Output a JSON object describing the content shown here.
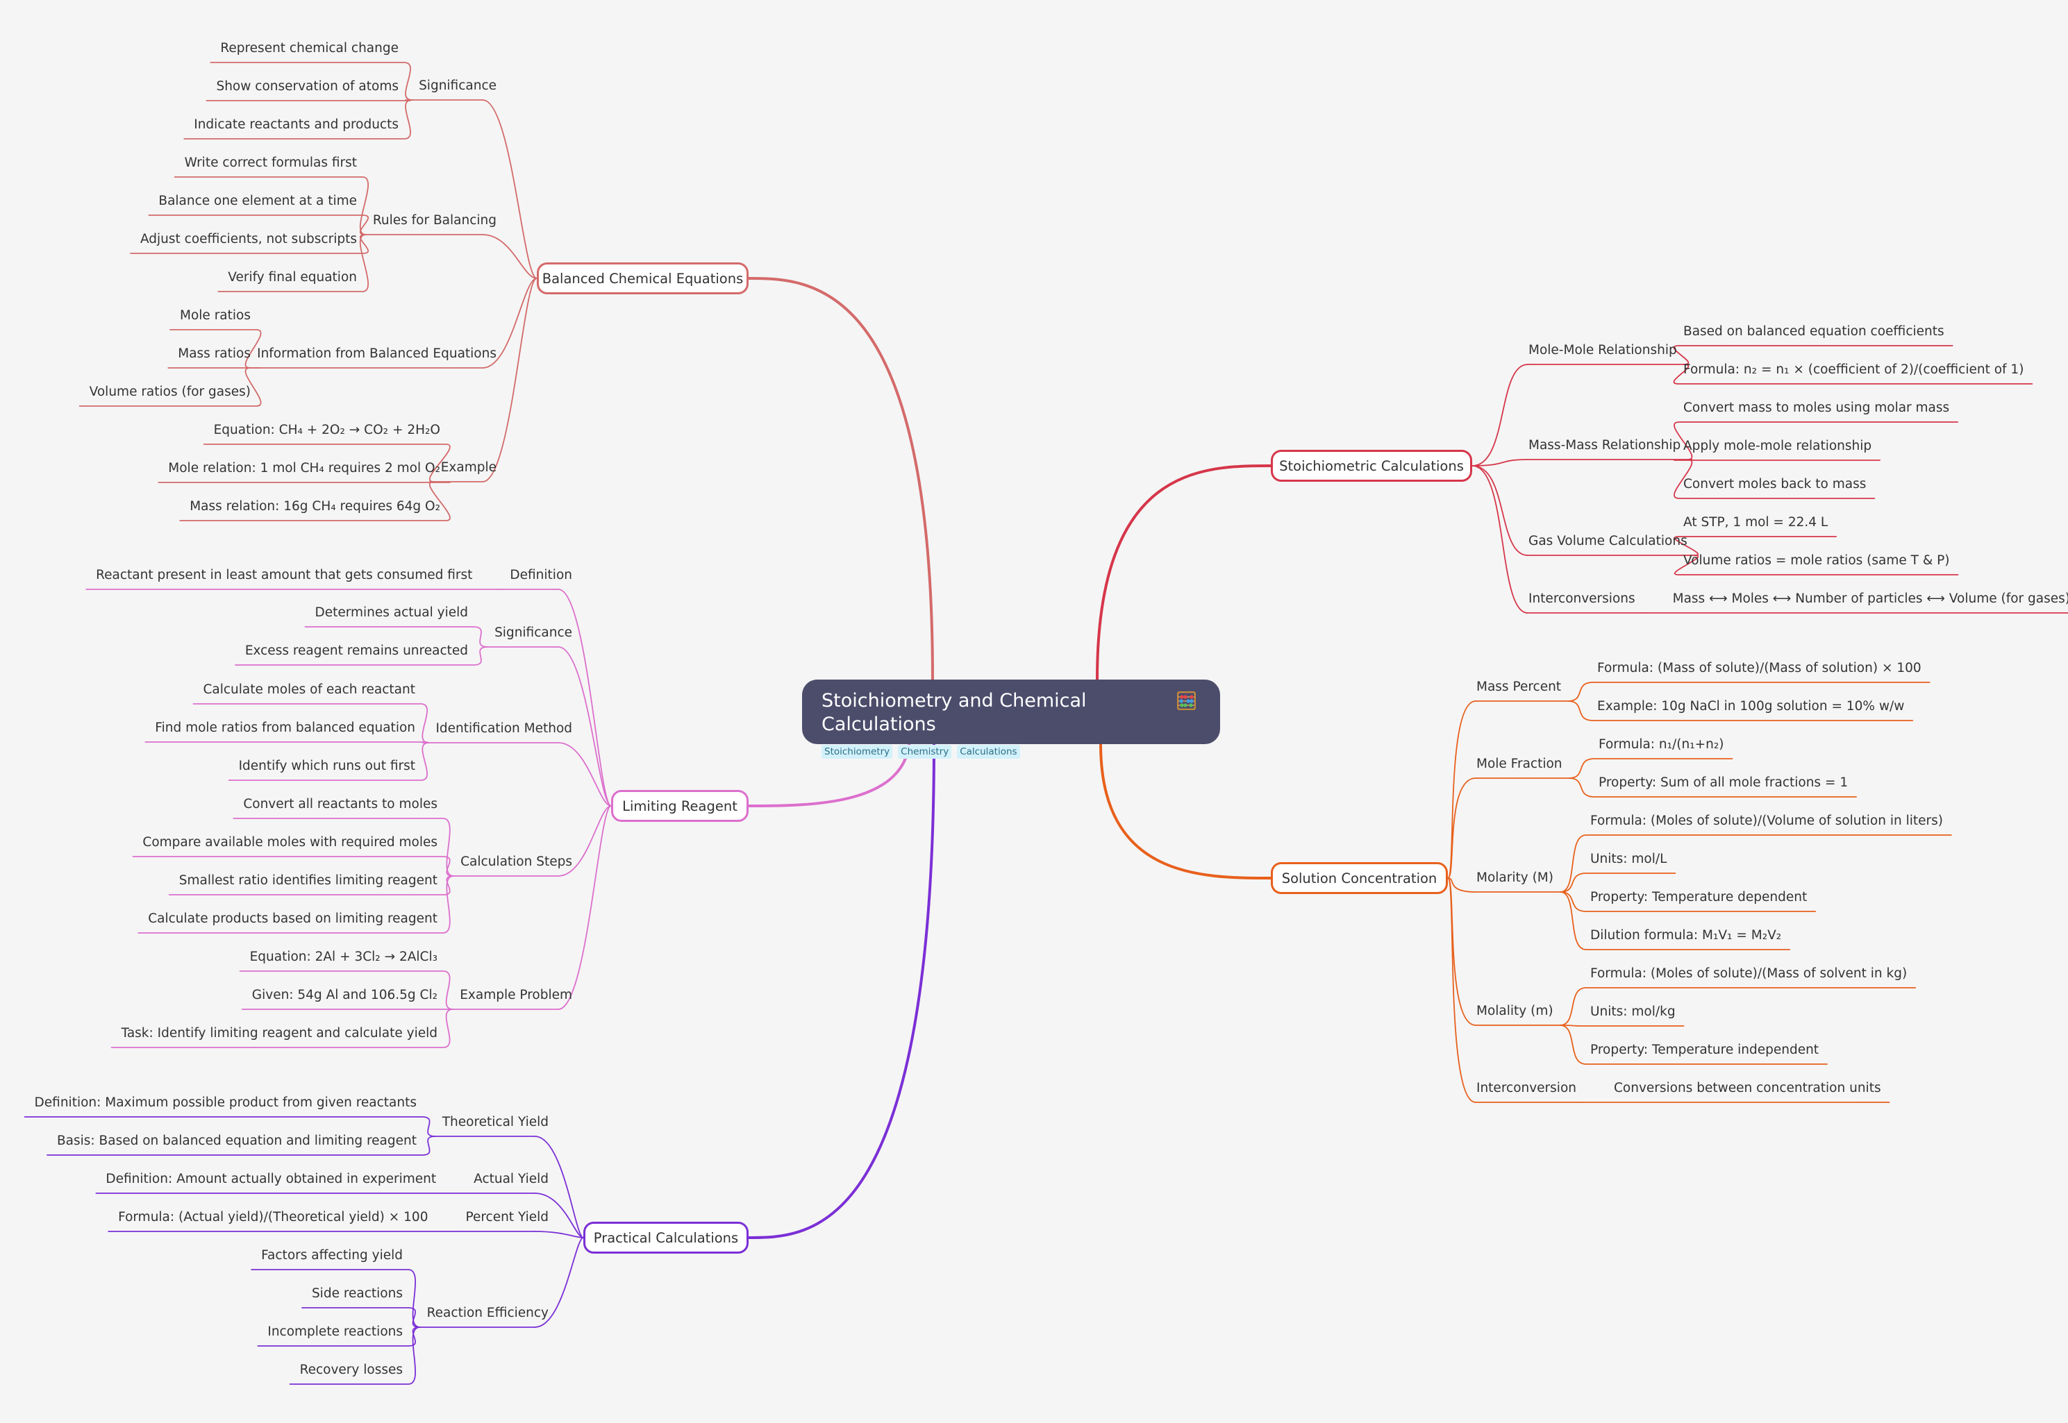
{
  "root": {
    "title": "Stoichiometry and Chemical Calculations",
    "icon": "abacus-icon",
    "tags": [
      "Stoichiometry",
      "Chemistry",
      "Calculations"
    ]
  },
  "colors": {
    "root_bg": "#4c4d6b",
    "background": "#f5f5f5",
    "balanced": "#d46a6a",
    "limiting": "#dc6fcd",
    "practical": "#7b2fd6",
    "stoichiometric": "#d6364a",
    "solution": "#e8601c"
  },
  "branches": {
    "balanced": {
      "label": "Balanced Chemical Equations",
      "children": [
        {
          "label": "Significance",
          "items": [
            "Represent chemical change",
            "Show conservation of atoms",
            "Indicate reactants and products"
          ]
        },
        {
          "label": "Rules for Balancing",
          "items": [
            "Write correct formulas first",
            "Balance one element at a time",
            "Adjust coefficients, not subscripts",
            "Verify final equation"
          ]
        },
        {
          "label": "Information from Balanced Equations",
          "items": [
            "Mole ratios",
            "Mass ratios",
            "Volume ratios (for gases)"
          ]
        },
        {
          "label": "Example",
          "items": [
            "Equation: CH₄ + 2O₂ → CO₂ + 2H₂O",
            "Mole relation: 1 mol CH₄ requires 2 mol O₂",
            "Mass relation: 16g CH₄ requires 64g O₂"
          ]
        }
      ]
    },
    "limiting": {
      "label": "Limiting Reagent",
      "children": [
        {
          "label": "Definition",
          "items": [
            "Reactant present in least amount that gets consumed first"
          ]
        },
        {
          "label": "Significance",
          "items": [
            "Determines actual yield",
            "Excess reagent remains unreacted"
          ]
        },
        {
          "label": "Identification Method",
          "items": [
            "Calculate moles of each reactant",
            "Find mole ratios from balanced equation",
            "Identify which runs out first"
          ]
        },
        {
          "label": "Calculation Steps",
          "items": [
            "Convert all reactants to moles",
            "Compare available moles with required moles",
            "Smallest ratio identifies limiting reagent",
            "Calculate products based on limiting reagent"
          ]
        },
        {
          "label": "Example Problem",
          "items": [
            "Equation: 2Al + 3Cl₂ → 2AlCl₃",
            "Given: 54g Al and 106.5g Cl₂",
            "Task: Identify limiting reagent and calculate yield"
          ]
        }
      ]
    },
    "practical": {
      "label": "Practical Calculations",
      "children": [
        {
          "label": "Theoretical Yield",
          "items": [
            "Definition: Maximum possible product from given reactants",
            "Basis: Based on balanced equation and limiting reagent"
          ]
        },
        {
          "label": "Actual Yield",
          "items": [
            "Definition: Amount actually obtained in experiment"
          ]
        },
        {
          "label": "Percent Yield",
          "items": [
            "Formula: (Actual yield)/(Theoretical yield) × 100"
          ]
        },
        {
          "label": "Reaction Efficiency",
          "items": [
            "Factors affecting yield",
            "Side reactions",
            "Incomplete reactions",
            "Recovery losses"
          ]
        }
      ]
    },
    "stoichiometric": {
      "label": "Stoichiometric Calculations",
      "children": [
        {
          "label": "Mole-Mole Relationship",
          "items": [
            "Based on balanced equation coefficients",
            "Formula: n₂ = n₁ × (coefficient of 2)/(coefficient of 1)"
          ]
        },
        {
          "label": "Mass-Mass Relationship",
          "items": [
            "Convert mass to moles using molar mass",
            "Apply mole-mole relationship",
            "Convert moles back to mass"
          ]
        },
        {
          "label": "Gas Volume Calculations",
          "items": [
            "At STP, 1 mol = 22.4 L",
            "Volume ratios = mole ratios (same T & P)"
          ]
        },
        {
          "label": "Interconversions",
          "items": [
            "Mass ⟷ Moles ⟷ Number of particles ⟷ Volume (for gases)"
          ]
        }
      ]
    },
    "solution": {
      "label": "Solution Concentration",
      "children": [
        {
          "label": "Mass Percent",
          "items": [
            "Formula: (Mass of solute)/(Mass of solution) × 100",
            "Example: 10g NaCl in 100g solution = 10% w/w"
          ]
        },
        {
          "label": "Mole Fraction",
          "items": [
            "Formula: n₁/(n₁+n₂)",
            "Property: Sum of all mole fractions = 1"
          ]
        },
        {
          "label": "Molarity (M)",
          "items": [
            "Formula: (Moles of solute)/(Volume of solution in liters)",
            "Units: mol/L",
            "Property: Temperature dependent",
            "Dilution formula: M₁V₁ = M₂V₂"
          ]
        },
        {
          "label": "Molality (m)",
          "items": [
            "Formula: (Moles of solute)/(Mass of solvent in kg)",
            "Units: mol/kg",
            "Property: Temperature independent"
          ]
        },
        {
          "label": "Interconversion",
          "items": [
            "Conversions between concentration units"
          ]
        }
      ]
    }
  }
}
